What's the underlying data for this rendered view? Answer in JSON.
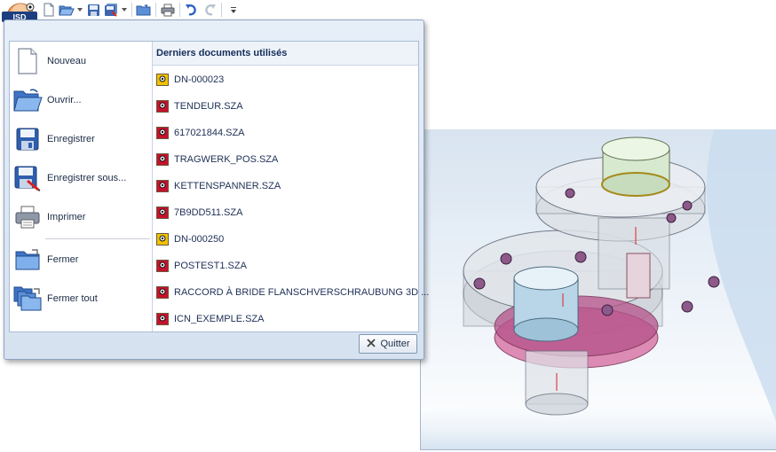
{
  "app": {
    "orb_text": "ISD"
  },
  "toolbar": {
    "buttons": [
      "new-icon",
      "open-icon",
      "save-icon",
      "save-all-icon",
      "folder-move-icon",
      "print-icon",
      "undo-icon",
      "redo-icon",
      "customize-icon"
    ]
  },
  "menu": {
    "commands": [
      {
        "label": "Nouveau",
        "icon": "new-document-icon"
      },
      {
        "label": "Ouvrir...",
        "icon": "open-folder-icon"
      },
      {
        "label": "Enregistrer",
        "icon": "save-icon"
      },
      {
        "label": "Enregistrer sous...",
        "icon": "save-as-icon"
      },
      {
        "label": "Imprimer",
        "icon": "print-icon"
      },
      {
        "label": "Fermer",
        "icon": "close-folder-icon"
      },
      {
        "label": "Fermer tout",
        "icon": "close-all-icon"
      }
    ],
    "recent_title": "Derniers documents utilisés",
    "recent": [
      {
        "name": "DN-000023",
        "type": "dn"
      },
      {
        "name": "TENDEUR.SZA",
        "type": "sza"
      },
      {
        "name": "617021844.SZA",
        "type": "sza"
      },
      {
        "name": "TRAGWERK_POS.SZA",
        "type": "sza"
      },
      {
        "name": "KETTENSPANNER.SZA",
        "type": "sza"
      },
      {
        "name": "7B9DD511.SZA",
        "type": "sza"
      },
      {
        "name": "DN-000250",
        "type": "dn"
      },
      {
        "name": "POSTEST1.SZA",
        "type": "sza"
      },
      {
        "name": "RACCORD À BRIDE  FLANSCHVERSCHRAUBUNG  3D ...",
        "type": "sza"
      },
      {
        "name": "ICN_EXEMPLE.SZA",
        "type": "sza"
      }
    ],
    "quit_label": "Quitter"
  },
  "colors": {
    "accent": "#152c5a",
    "sza_icon": "#c8102e",
    "dn_icon": "#f2c200"
  }
}
